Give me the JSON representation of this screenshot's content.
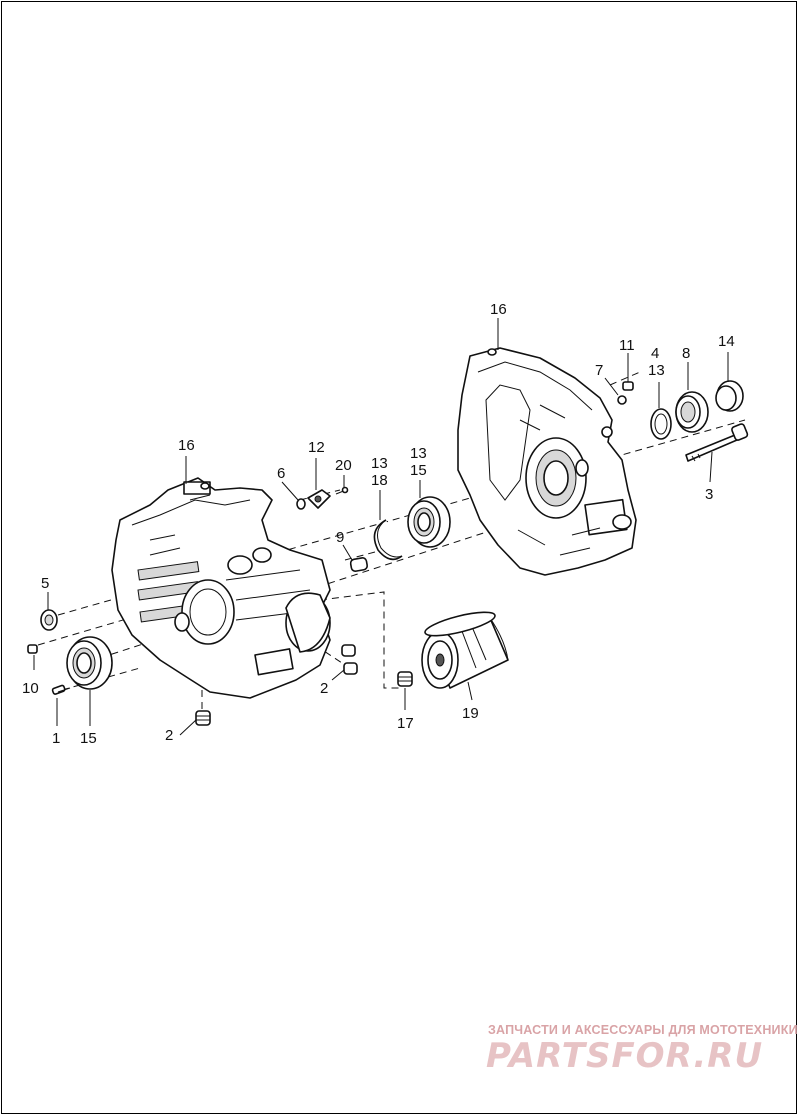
{
  "callouts": {
    "c1": "1",
    "c2a": "2",
    "c2b": "2",
    "c3": "3",
    "c4": "4",
    "c5": "5",
    "c6": "6",
    "c7": "7",
    "c8": "8",
    "c9": "9",
    "c10": "10",
    "c11": "11",
    "c12": "12",
    "c13a": "13",
    "c13b": "13",
    "c13c": "13",
    "c14": "14",
    "c15a": "15",
    "c15b": "15",
    "c16a": "16",
    "c16b": "16",
    "c17": "17",
    "c18": "18",
    "c19": "19",
    "c20": "20"
  },
  "watermark": {
    "tagline": "ЗАПЧАСТИ И АКСЕССУАРЫ ДЛЯ МОТОТЕХНИКИ",
    "logo": "PARTSFOR.RU"
  },
  "colors": {
    "line": "#111111",
    "watermark": "#e7c3c5",
    "background": "#ffffff"
  }
}
